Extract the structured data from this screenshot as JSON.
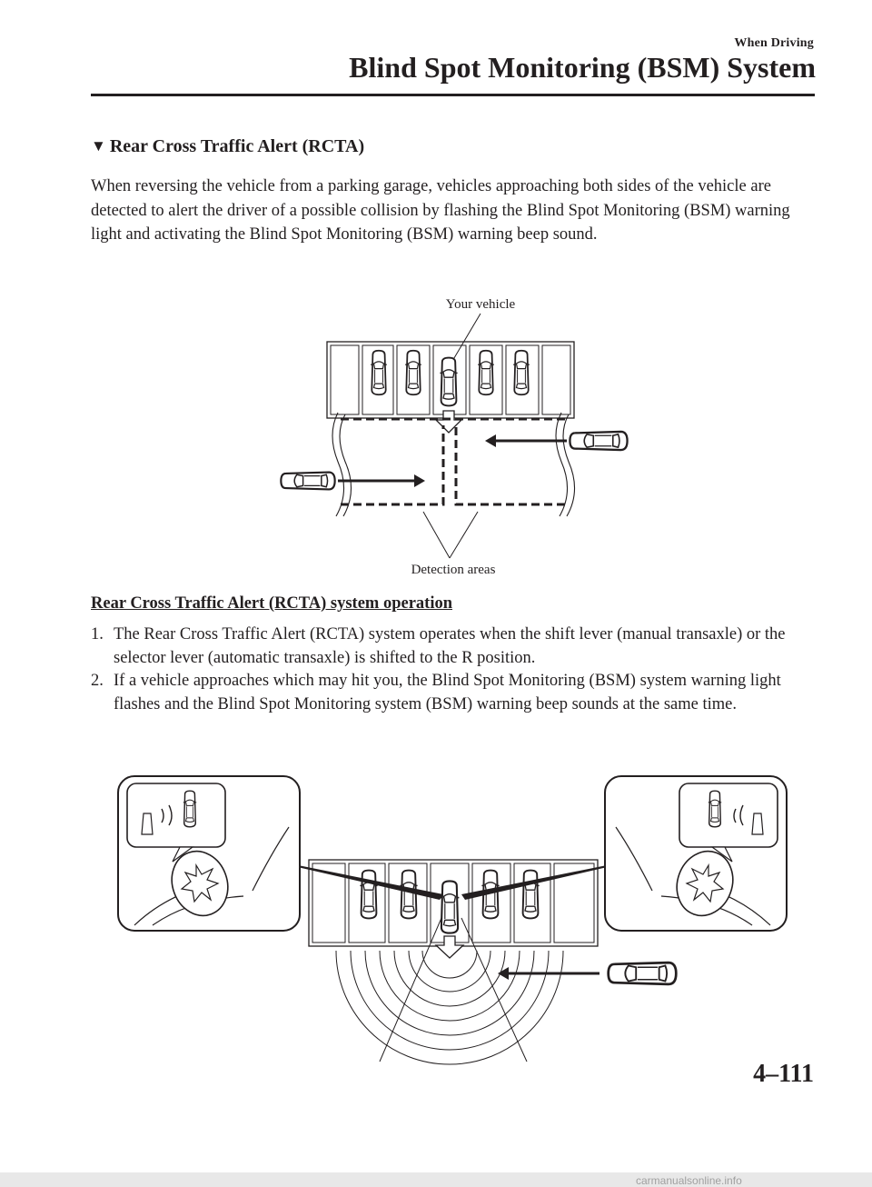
{
  "header": {
    "chapter": "When Driving",
    "title": "Blind Spot Monitoring (BSM) System"
  },
  "section": {
    "marker_icon": "down-triangle-icon",
    "heading": "Rear Cross Traffic Alert (RCTA)",
    "intro": "When reversing the vehicle from a parking garage, vehicles approaching both sides of the vehicle are detected to alert the driver of a possible collision by flashing the Blind Spot Monitoring (BSM) warning light and activating the Blind Spot Monitoring (BSM) warning beep sound."
  },
  "figure1": {
    "label_your_vehicle": "Your vehicle",
    "label_detection_areas": "Detection areas"
  },
  "operation": {
    "subheading": "Rear Cross Traffic Alert (RCTA) system operation",
    "steps": [
      {
        "num": "1.",
        "text": "The Rear Cross Traffic Alert (RCTA) system operates when the shift lever (manual transaxle) or the selector lever (automatic transaxle) is shifted to the R position."
      },
      {
        "num": "2.",
        "text": "If a vehicle approaches which may hit you, the Blind Spot Monitoring (BSM) system warning light flashes and the Blind Spot Monitoring system (BSM) warning beep sounds at the same time."
      }
    ]
  },
  "footer": {
    "page_number": "4–111",
    "watermark": "carmanualsonline.info"
  }
}
